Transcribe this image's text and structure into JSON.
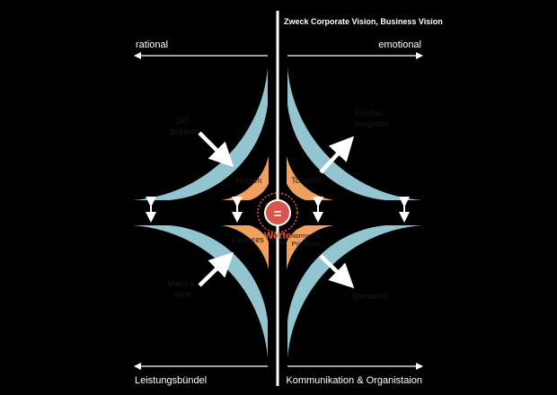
{
  "header": {
    "title": "Zweck Corporate Vision, Business Vision"
  },
  "axis": {
    "top_left": "rational",
    "top_right": "emotional",
    "bottom_left": "Leistungsbündel",
    "bottom_right": "Kommunikation & Organistaion"
  },
  "outer_ring": {
    "top_left": [
      "Ziel-",
      "gruppen"
    ],
    "top_right": [
      "Erschei-",
      "nungsbild"
    ],
    "bottom_left": [
      "Markt &",
      "Welt"
    ],
    "bottom_right": [
      "Standards"
    ]
  },
  "inner_ring": {
    "top_left": "Nutzen",
    "top_right": "Tonalität",
    "bottom_left": "Features",
    "bottom_right": [
      "Normen &",
      "Prinzipien"
    ]
  },
  "center": {
    "symbol": "=",
    "label": "Werte"
  },
  "colors": {
    "background": "#000000",
    "outer_ring": "#92c5d0",
    "inner_ring": "#f0a160",
    "center": "#d9534f",
    "accent_ring": "#e8573f",
    "text_light": "#ffffff",
    "text_dark": "#1a1a1a"
  }
}
